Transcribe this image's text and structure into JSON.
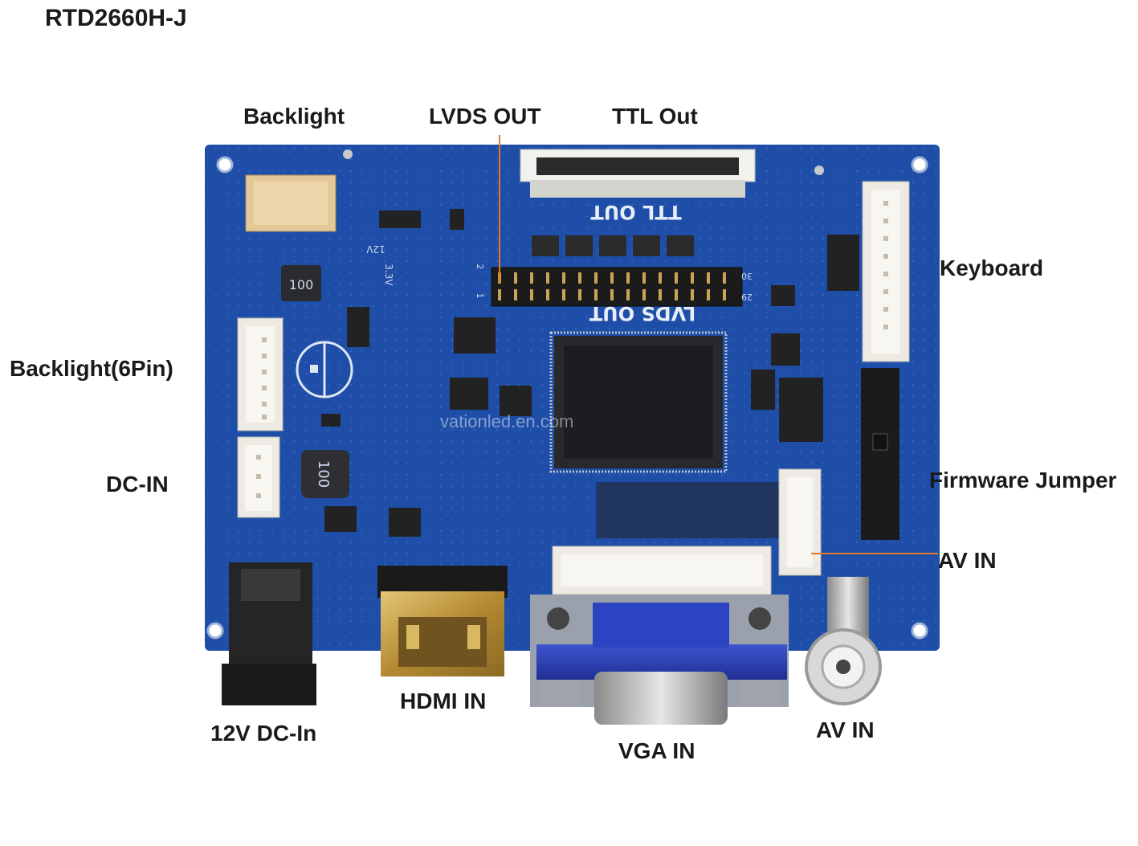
{
  "title": "RTD2660H-J",
  "labels": {
    "backlight": "Backlight",
    "lvds_out": "LVDS OUT",
    "ttl_out": "TTL Out",
    "keyboard": "Keyboard",
    "backlight_6pin": "Backlight(6Pin)",
    "dc_in": "DC-IN",
    "firmware_jumper": "Firmware Jumper",
    "av_in_right": "AV IN",
    "dc_12v": "12V DC-In",
    "hdmi_in": "HDMI IN",
    "vga_in": "VGA IN",
    "av_in_bottom": "AV IN"
  },
  "silkscreen": {
    "ttl_out": "TTL OUT",
    "lvds_out": "LVDS OUT",
    "inductor_top": "100",
    "inductor_bottom": "100",
    "v12": "12V",
    "v33": "3.3V",
    "pin_30": "30",
    "pin_29": "29",
    "pin_2": "2",
    "pin_1": "1"
  },
  "watermark": "vationled.en.com",
  "colors": {
    "pcb": "#1f4ea8",
    "pcb_dark": "#163c86",
    "callout_line": "#e07a2a",
    "label_text": "#1a1a1a",
    "connector_white": "#eceae3",
    "hdmi_gold": "#c9a24a",
    "vga_blue": "#2a3fb5"
  }
}
